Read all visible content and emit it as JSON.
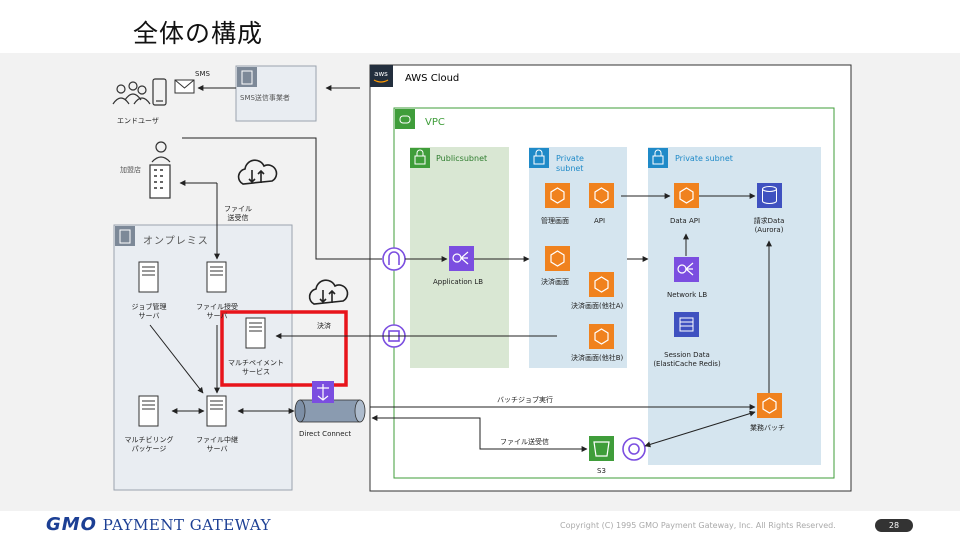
{
  "slide": {
    "title": "全体の構成"
  },
  "groups": {
    "aws_cloud": "AWS Cloud",
    "vpc": "VPC",
    "public_subnet": "Publicsubnet",
    "private_subnet_1": "Private\nsubnet",
    "private_subnet_2": "Private subnet",
    "onpremise": "オンプレミス"
  },
  "nodes": {
    "end_user": "エンドユーザ",
    "merchant": "加盟店",
    "sms_provider": "SMS送信事業者",
    "sms": "SMS",
    "file_transfer": "ファイル\n送受信",
    "job_server": "ジョブ管理\nサーバ",
    "file_server": "ファイル授受\nサーバ",
    "multipayment": "マルチペイメント\nサービス",
    "multibilling": "マルチビリング\nパッケージ",
    "relay_server": "ファイル中継\nサーバ",
    "direct_connect": "Direct Connect",
    "settlement_label": "決済",
    "alb": "Application LB",
    "admin_screen": "管理画面",
    "api": "API",
    "payment_screen": "決済画面",
    "payment_a": "決済画面(他社A)",
    "payment_b": "決済画面(他社B)",
    "data_api": "Data API",
    "billing_data": "請求Data\n(Aurora)",
    "network_lb": "Network LB",
    "session_data": "Session Data\n(ElastiCache Redis)",
    "batch_job": "バッチジョブ実行",
    "file_sendrecv": "ファイル送受信",
    "s3": "S3",
    "business_batch": "業務バッチ"
  },
  "footer": {
    "logo_gmo": "GMO",
    "logo_pg": "PAYMENT GATEWAY",
    "copyright": "Copyright (C) 1995 GMO Payment Gateway, Inc. All Rights Reserved.",
    "page": "28"
  },
  "colors": {
    "aws_orange": "#f0821e",
    "aws_purple": "#7b4ee0",
    "aws_blue": "#3f51c0",
    "public_green": "#d9e7d3",
    "private_blue": "#d5e5ef",
    "vpc_green": "#3f9d3a",
    "highlight_red": "#e8141b",
    "logo_blue": "#1c3f94"
  }
}
